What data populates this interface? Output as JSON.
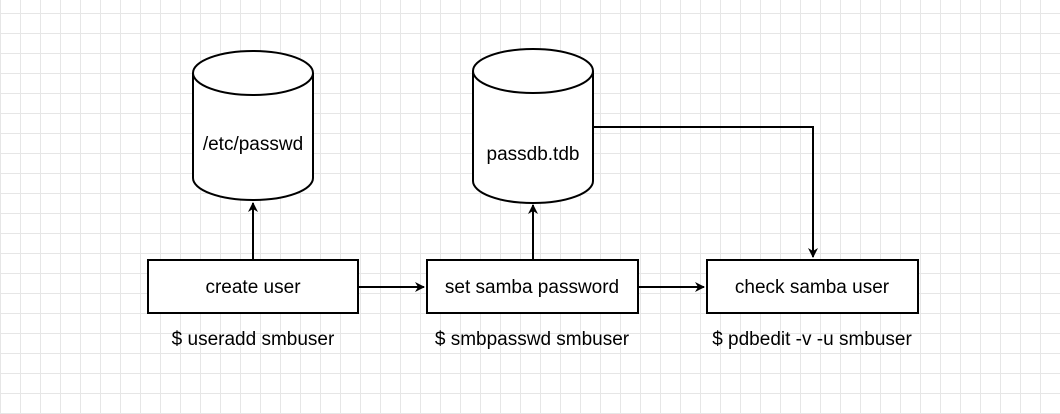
{
  "diagram": {
    "databases": {
      "etc_passwd": {
        "label": "/etc/passwd"
      },
      "passdb_tdb": {
        "label": "passdb.tdb"
      }
    },
    "steps": {
      "create_user": {
        "label": "create user",
        "command": "$ useradd smbuser"
      },
      "set_samba_password": {
        "label": "set samba password",
        "command": "$ smbpasswd smbuser"
      },
      "check_samba_user": {
        "label": "check samba user",
        "command": "$ pdbedit -v -u smbuser"
      }
    },
    "colors": {
      "stroke": "#000000",
      "fill": "#ffffff",
      "grid": "#e6e6e6"
    }
  }
}
